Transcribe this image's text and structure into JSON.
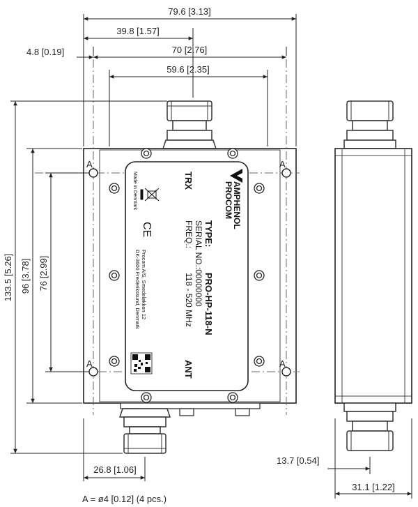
{
  "dimensions": {
    "overall_width": "79.6 [3.13]",
    "hole_from_left": "39.8 [1.57]",
    "left_offset": "4.8 [0.19]",
    "hole_spacing_h": "70 [2.76]",
    "body_width": "59.6 [2.35]",
    "overall_height": "133.5 [5.26]",
    "body_height": "96 [3.78]",
    "hole_spacing_v": "76 [2.99]",
    "bottom_connector_offset": "26.8 [1.06]",
    "side_connector_offset": "13.7 [0.54]",
    "side_depth": "31.1 [1.22]"
  },
  "hole_marker": "A",
  "hole_note": "A = ø4 [0.12] (4 pcs.)",
  "ports": {
    "top": "TRX",
    "bottom": "ANT"
  },
  "label_plate": {
    "brand_line1": "AMPHENOL",
    "brand_line2": "PROCOM",
    "type_label": "TYPE:",
    "type_value": "PRO-HP-118-N",
    "serial": "SERIAL NO.:00000000",
    "freq_label": "FREQ.:",
    "freq_value": "118 - 520 MHz",
    "made_in": "Made in Denmark",
    "ce_mark": "CE",
    "address_line1": "Procom A/S, Smedeløkken 12",
    "address_line2": "DK-3600 Frederikssund, Denmark"
  },
  "icons": [
    "crossed-bin-icon",
    "ce-mark-icon",
    "qr-code-icon",
    "n-connector-icon",
    "mounting-hole-icon"
  ]
}
